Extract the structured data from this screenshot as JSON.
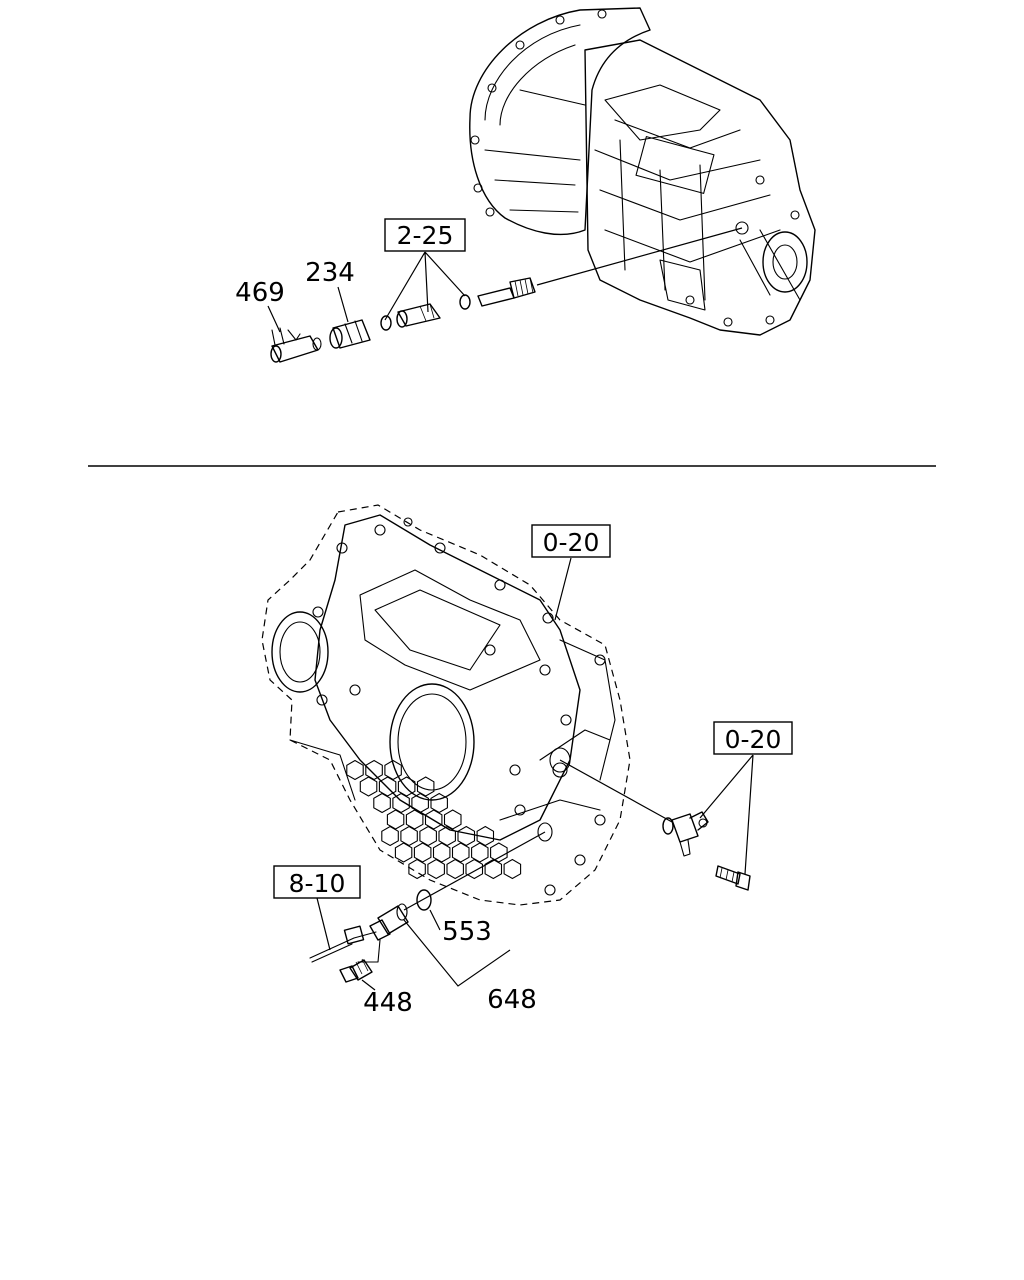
{
  "top_view": {
    "ref_box": "2-25",
    "parts": [
      "469",
      "234"
    ]
  },
  "bottom_view": {
    "ref_box_upper": "0-20",
    "ref_box_right": "0-20",
    "ref_box_left": "8-10",
    "parts": [
      "553",
      "648",
      "448"
    ]
  }
}
